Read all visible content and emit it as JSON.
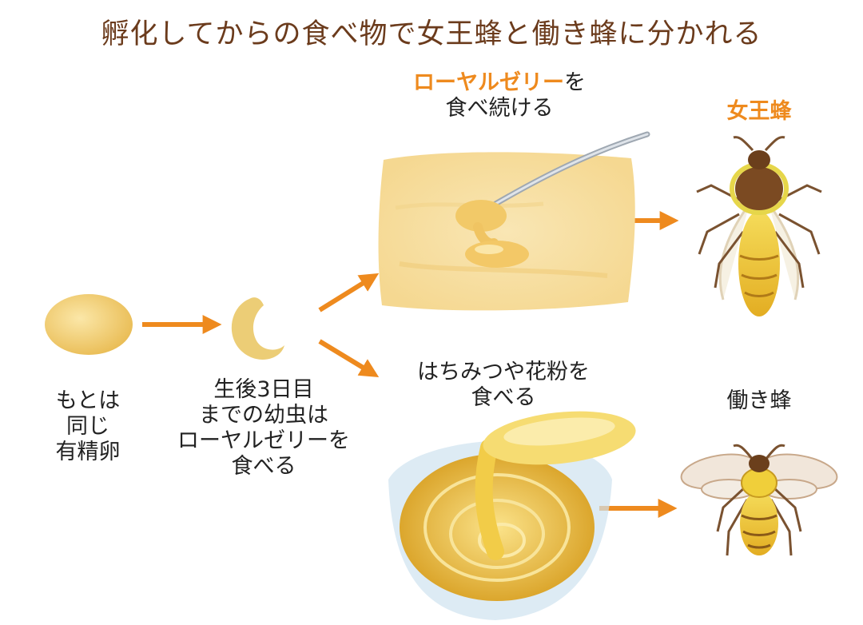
{
  "title": "孵化してからの食べ物で女王蜂と働き蜂に分かれる",
  "colors": {
    "title": "#6b3b1c",
    "accent": "#ee8a1e",
    "arrow": "#ee8a1e",
    "egg": "#f0cd72",
    "royal_jelly_bg": "#f7e1a8",
    "honey": "#f3c845",
    "bee_yellow": "#f3d23c"
  },
  "egg": {
    "line1": "もとは",
    "line2": "同じ",
    "line3": "有精卵"
  },
  "larva": {
    "line1": "生後3日目",
    "line2": "までの幼虫は",
    "line3": "ローヤルゼリーを",
    "line4": "食べる"
  },
  "royal_jelly": {
    "highlight": "ローヤルゼリー",
    "suffix": "を",
    "line2": "食べ続ける"
  },
  "honey": {
    "line1": "はちみつや花粉を",
    "line2": "食べる"
  },
  "queen": {
    "label": "女王蜂"
  },
  "worker": {
    "label": "働き蜂"
  },
  "icons": [
    "egg-icon",
    "larva-icon",
    "royal-jelly-spoon-icon",
    "honey-jar-icon",
    "queen-bee-icon",
    "worker-bee-icon",
    "arrow-icon"
  ]
}
